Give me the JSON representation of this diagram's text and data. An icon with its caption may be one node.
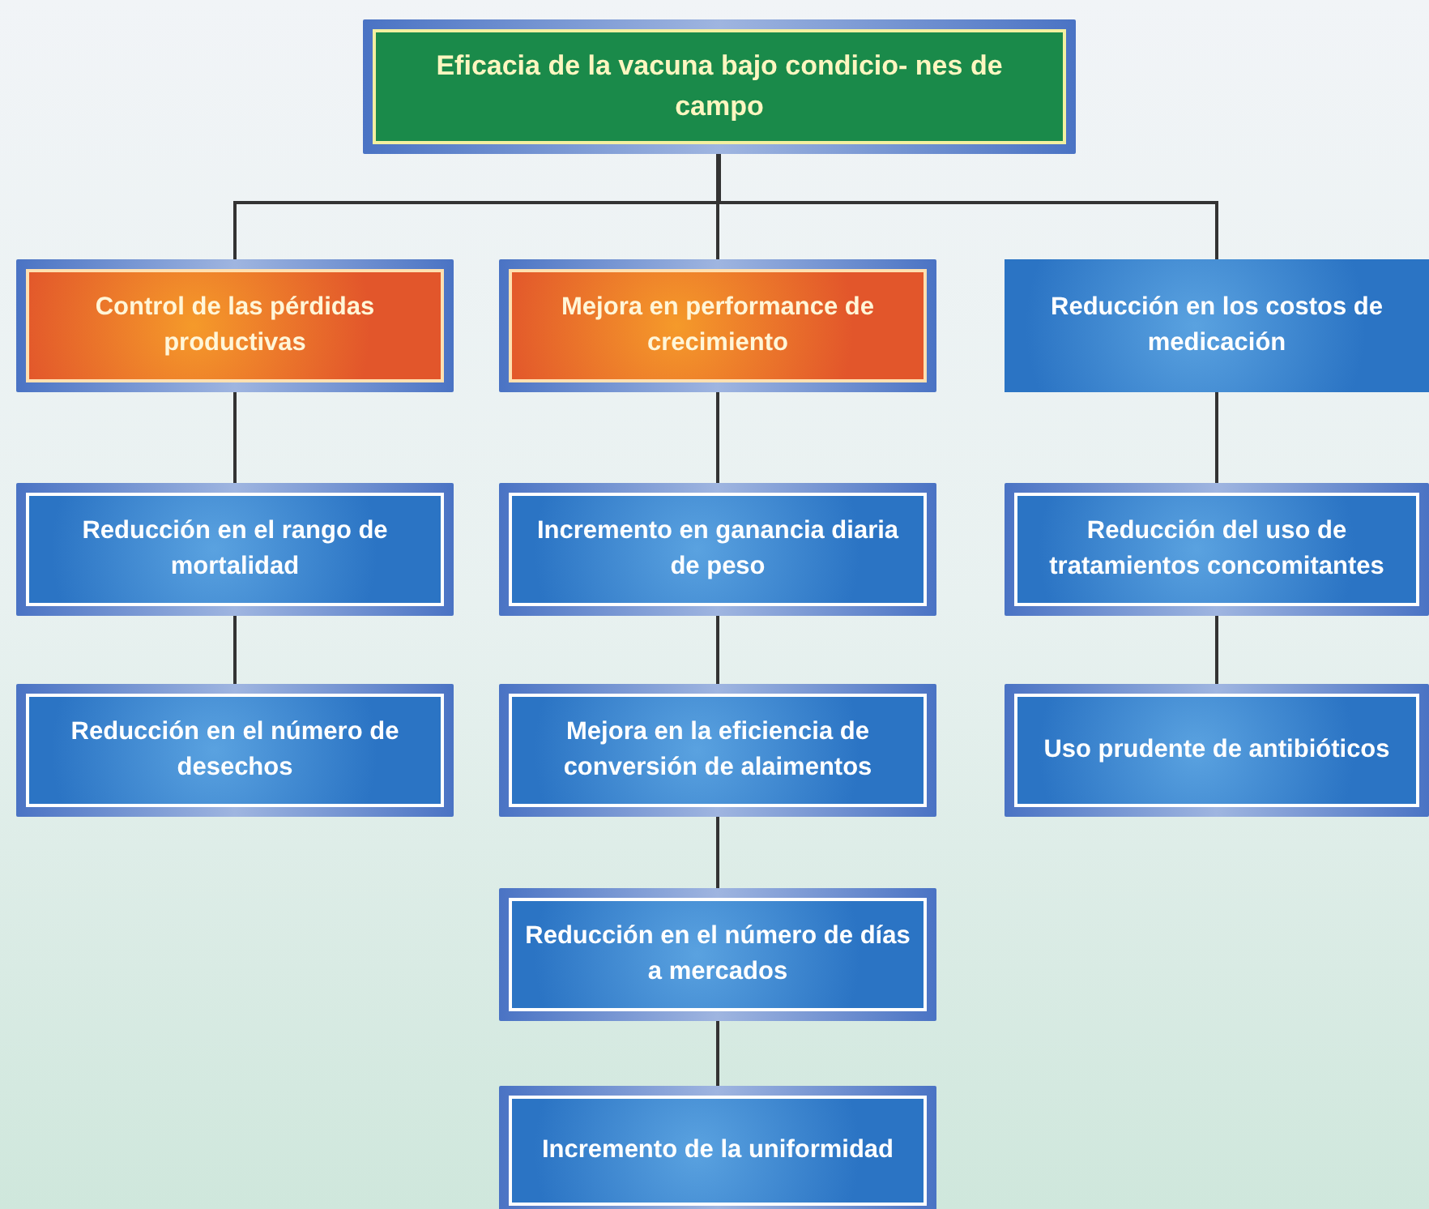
{
  "diagram": {
    "nodes": [
      {
        "text": [
          "Eficacia de la vacuna bajo condicio- nes de campo"
        ]
      },
      {
        "text": [
          "Control de las pérdidas productivas"
        ]
      },
      {
        "text": [
          "Mejora en performance de crecimiento"
        ]
      },
      {
        "text": [
          "Reducción en los costos de medicación"
        ]
      },
      {
        "text": [
          "Reducción en el rango de mortalidad"
        ]
      },
      {
        "text": [
          "Incremento en ganancia diaria de peso"
        ]
      },
      {
        "text": [
          "Reducción del uso de tratamientos concomitantes"
        ]
      },
      {
        "text": [
          "Reducción en el número de desechos"
        ]
      },
      {
        "text": [
          "Mejora en la eficiencia de conversión de alaimentos"
        ]
      },
      {
        "text": [
          "Uso prudente de antibióticos"
        ]
      },
      {
        "text": [
          "Reducción en el número de días a mercados"
        ]
      },
      {
        "text": [
          "Incremento de la uniformidad"
        ]
      }
    ],
    "edges": [
      {
        "from": 0,
        "to": 1,
        "arrow": "none"
      },
      {
        "from": 0,
        "to": 2,
        "arrow": "none"
      },
      {
        "from": 0,
        "to": 3,
        "arrow": "none"
      },
      {
        "from": 1,
        "to": 4,
        "arrow": "none"
      },
      {
        "from": 4,
        "to": 7,
        "arrow": "none"
      },
      {
        "from": 2,
        "to": 5,
        "arrow": "none"
      },
      {
        "from": 5,
        "to": 8,
        "arrow": "none"
      },
      {
        "from": 8,
        "to": 10,
        "arrow": "none"
      },
      {
        "from": 10,
        "to": 11,
        "arrow": "none"
      },
      {
        "from": 3,
        "to": 6,
        "arrow": "none"
      },
      {
        "from": 6,
        "to": 9,
        "arrow": "none"
      }
    ]
  }
}
